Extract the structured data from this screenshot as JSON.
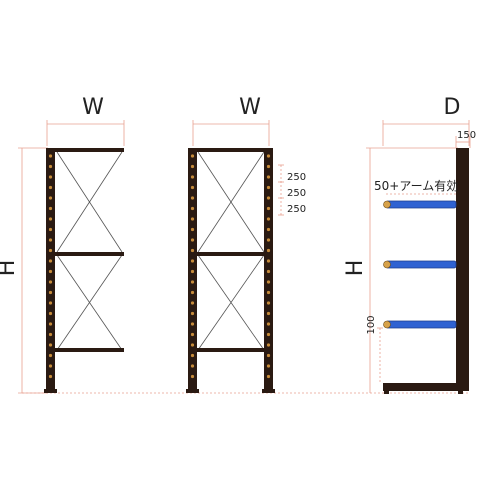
{
  "labels": {
    "width_left": "W",
    "width_middle": "W",
    "depth": "D",
    "height_left": "H",
    "height_right": "H"
  },
  "dimensions": {
    "pitch_1": "250",
    "pitch_2": "250",
    "pitch_3": "250",
    "top_depth": "150",
    "arm_effective": "50+アーム有効",
    "bottom_height": "100"
  },
  "colors": {
    "frame": "#2a1a12",
    "arm": "#2f62d2",
    "arm_cap": "#d7a24a",
    "dimension_line": "#e8a090",
    "bolt_holes": "#c58a3a"
  }
}
